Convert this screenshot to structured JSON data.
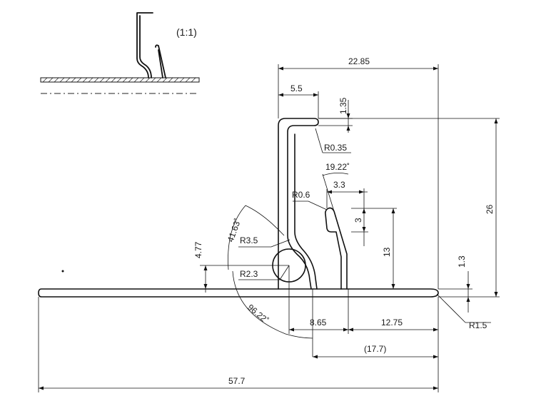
{
  "drawing": {
    "scale_note": "(1:1)",
    "dimensions": {
      "overall_width": "57.7",
      "upper_width": "22.85",
      "lip_width": "5.5",
      "lip_thickness": "1.35",
      "lip_radius": "R0.35",
      "slope_angle": "19.22˚",
      "fin_offset": "3.3",
      "fin_tip_radius": "R0.6",
      "fin_flat": "3",
      "fin_height": "13",
      "total_height": "26",
      "base_thickness": "1.3",
      "end_radius": "R1.5",
      "bend_angle": "41.63˚",
      "bend_radius": "R3.5",
      "bend_offset": "4.77",
      "hole_radius": "R2.3",
      "sweep_angle": "96.22˚",
      "gap_width": "8.65",
      "right_segment": "12.75",
      "reference_length": "(17.7)"
    }
  }
}
